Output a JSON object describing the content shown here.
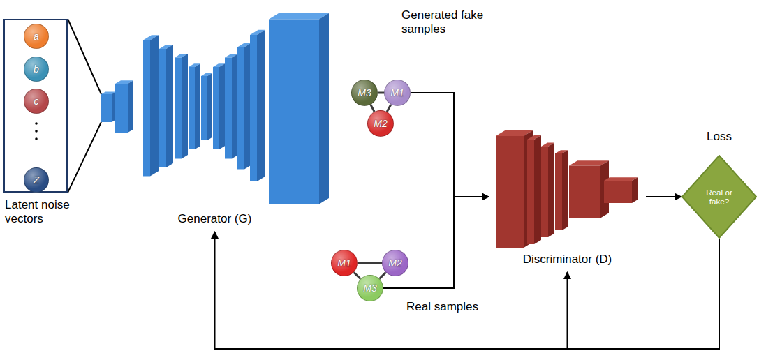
{
  "diagram": {
    "nodes": [
      {
        "text": [
          "Latent noise vectors"
        ]
      },
      {
        "text": [
          "a"
        ],
        "in": 0
      },
      {
        "text": [
          "b"
        ],
        "in": 0
      },
      {
        "text": [
          "c"
        ],
        "in": 0
      },
      {
        "text": [
          "Z"
        ],
        "in": 0
      },
      {
        "text": [
          "Generator (G)"
        ]
      },
      {
        "text": [
          "M3"
        ]
      },
      {
        "text": [
          "M1"
        ]
      },
      {
        "text": [
          "M2"
        ]
      },
      {
        "text": [
          "M1"
        ]
      },
      {
        "text": [
          "M2"
        ]
      },
      {
        "text": [
          "M3"
        ]
      },
      {
        "text": [
          "Discriminator (D)"
        ]
      },
      {
        "text": [
          "Loss",
          "Real or fake?"
        ]
      }
    ],
    "edges": [
      {
        "from": 0,
        "to": 5,
        "arrow": "none"
      },
      {
        "from": 6,
        "to": 7,
        "arrow": "none"
      },
      {
        "from": 7,
        "to": 8,
        "arrow": "none"
      },
      {
        "from": 8,
        "to": 6,
        "arrow": "none"
      },
      {
        "from": 9,
        "to": 10,
        "arrow": "none"
      },
      {
        "from": 10,
        "to": 11,
        "arrow": "none"
      },
      {
        "from": 11,
        "to": 9,
        "arrow": "none"
      },
      {
        "from": 7,
        "to": 12,
        "arrow": "to"
      },
      {
        "from": 11,
        "to": 12,
        "arrow": "to"
      },
      {
        "from": 12,
        "to": 13,
        "arrow": "to"
      },
      {
        "from": 13,
        "to": 12,
        "arrow": "to"
      },
      {
        "from": 13,
        "to": 5,
        "arrow": "to"
      }
    ],
    "labels": [
      "Generated fake samples",
      "Real samples"
    ]
  }
}
